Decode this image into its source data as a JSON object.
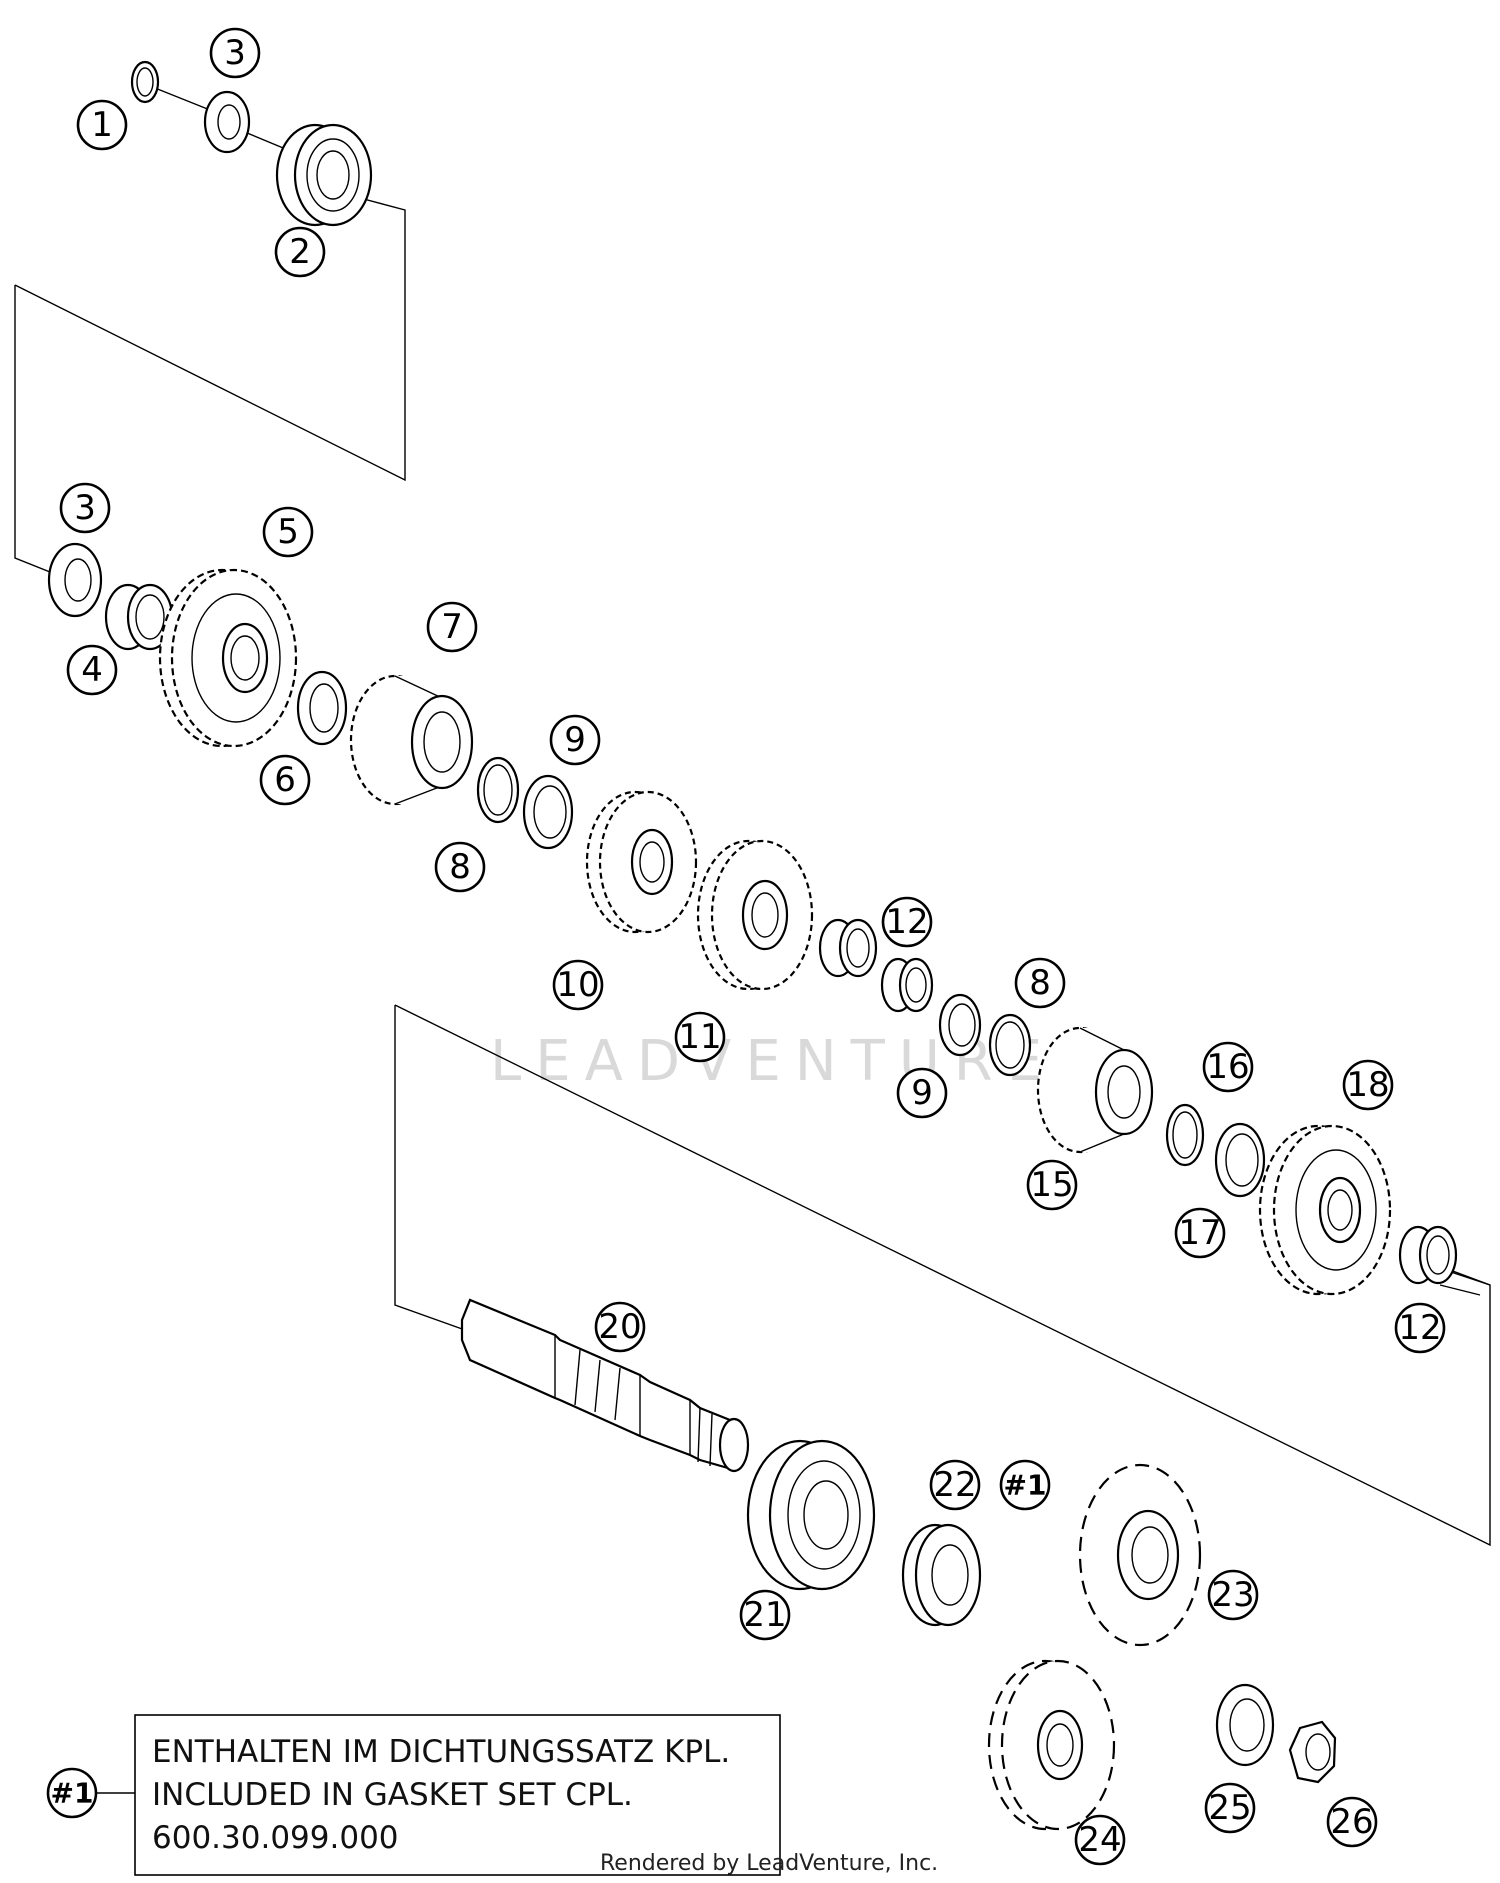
{
  "watermark": "LEADVENTURE",
  "footer": "Rendered by LeadVenture, Inc.",
  "note": {
    "callout": "#1",
    "lines": [
      "ENTHALTEN IM DICHTUNGSSATZ KPL.",
      "INCLUDED IN GASKET SET CPL.",
      "600.30.099.000"
    ]
  },
  "callouts": [
    {
      "id": "c1",
      "label": "1"
    },
    {
      "id": "c3a",
      "label": "3"
    },
    {
      "id": "c2",
      "label": "2"
    },
    {
      "id": "c3b",
      "label": "3"
    },
    {
      "id": "c5",
      "label": "5"
    },
    {
      "id": "c4",
      "label": "4"
    },
    {
      "id": "c7",
      "label": "7"
    },
    {
      "id": "c6",
      "label": "6"
    },
    {
      "id": "c9a",
      "label": "9"
    },
    {
      "id": "c8a",
      "label": "8"
    },
    {
      "id": "c10",
      "label": "10"
    },
    {
      "id": "c11",
      "label": "11"
    },
    {
      "id": "c12a",
      "label": "12"
    },
    {
      "id": "c8b",
      "label": "8"
    },
    {
      "id": "c9b",
      "label": "9"
    },
    {
      "id": "c16",
      "label": "16"
    },
    {
      "id": "c18",
      "label": "18"
    },
    {
      "id": "c15",
      "label": "15"
    },
    {
      "id": "c17",
      "label": "17"
    },
    {
      "id": "c12b",
      "label": "12"
    },
    {
      "id": "c20",
      "label": "20"
    },
    {
      "id": "c22",
      "label": "22"
    },
    {
      "id": "c1hash",
      "label": "#1"
    },
    {
      "id": "c21",
      "label": "21"
    },
    {
      "id": "c23",
      "label": "23"
    },
    {
      "id": "c24",
      "label": "24"
    },
    {
      "id": "c25",
      "label": "25"
    },
    {
      "id": "c26",
      "label": "26"
    }
  ]
}
